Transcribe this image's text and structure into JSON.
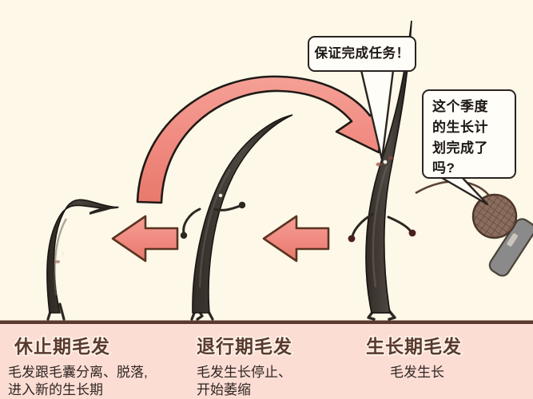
{
  "illustration": {
    "title_semantic": "hair-growth-cycle-diagram",
    "background_color": "#fdf8e8",
    "band_color": "#fbddd4",
    "ground_line_color": "#5a3a2e",
    "hair_body_color": "#3c352f",
    "arrow_fill": "#f0897f",
    "arrow_stroke": "#5a3420",
    "mic_color": "#7a5e51"
  },
  "bubbles": [
    {
      "id": "promise",
      "text": "保证完成任务！",
      "speaker": "anagen-hair"
    },
    {
      "id": "question",
      "text": "这个季度\n的生长计\n划完成了\n吗?",
      "speaker": "microphone-interviewer"
    }
  ],
  "stages": [
    {
      "name": "telogen",
      "title": "休止期毛发",
      "description": "毛发跟毛囊分离、脱落,\n进入新的生长期"
    },
    {
      "name": "catagen",
      "title": "退行期毛发",
      "description": "毛发生长停止、\n开始萎缩"
    },
    {
      "name": "anagen",
      "title": "生长期毛发",
      "description": "毛发生长"
    }
  ],
  "arrows": [
    {
      "id": "cycle-arrow",
      "shape": "curved",
      "direction": "left-to-right-down"
    },
    {
      "id": "transition-arrow-1",
      "shape": "straight",
      "direction": "left"
    },
    {
      "id": "transition-arrow-2",
      "shape": "straight",
      "direction": "left"
    }
  ],
  "characters": [
    {
      "id": "hair-telogen",
      "posture": "bent-over"
    },
    {
      "id": "hair-catagen",
      "posture": "leaning"
    },
    {
      "id": "hair-anagen",
      "posture": "upright-tall"
    },
    {
      "id": "microphone",
      "posture": "held-toward-hair"
    }
  ]
}
